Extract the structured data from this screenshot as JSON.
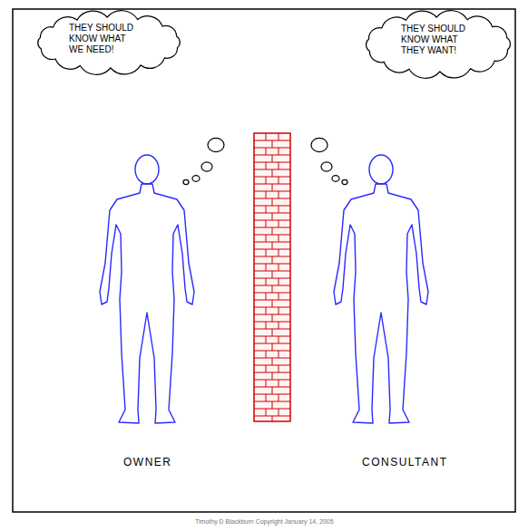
{
  "diagram": {
    "nodes": [
      {
        "text": [
          "THEY SHOULD KNOW WHAT WE NEED!"
        ]
      },
      {
        "text": [
          "THEY SHOULD KNOW WHAT THEY WANT!"
        ]
      }
    ],
    "labels": [
      "OWNER",
      "CONSULTANT",
      "Timothy D Blackburn Copyright January 14, 2005"
    ]
  }
}
